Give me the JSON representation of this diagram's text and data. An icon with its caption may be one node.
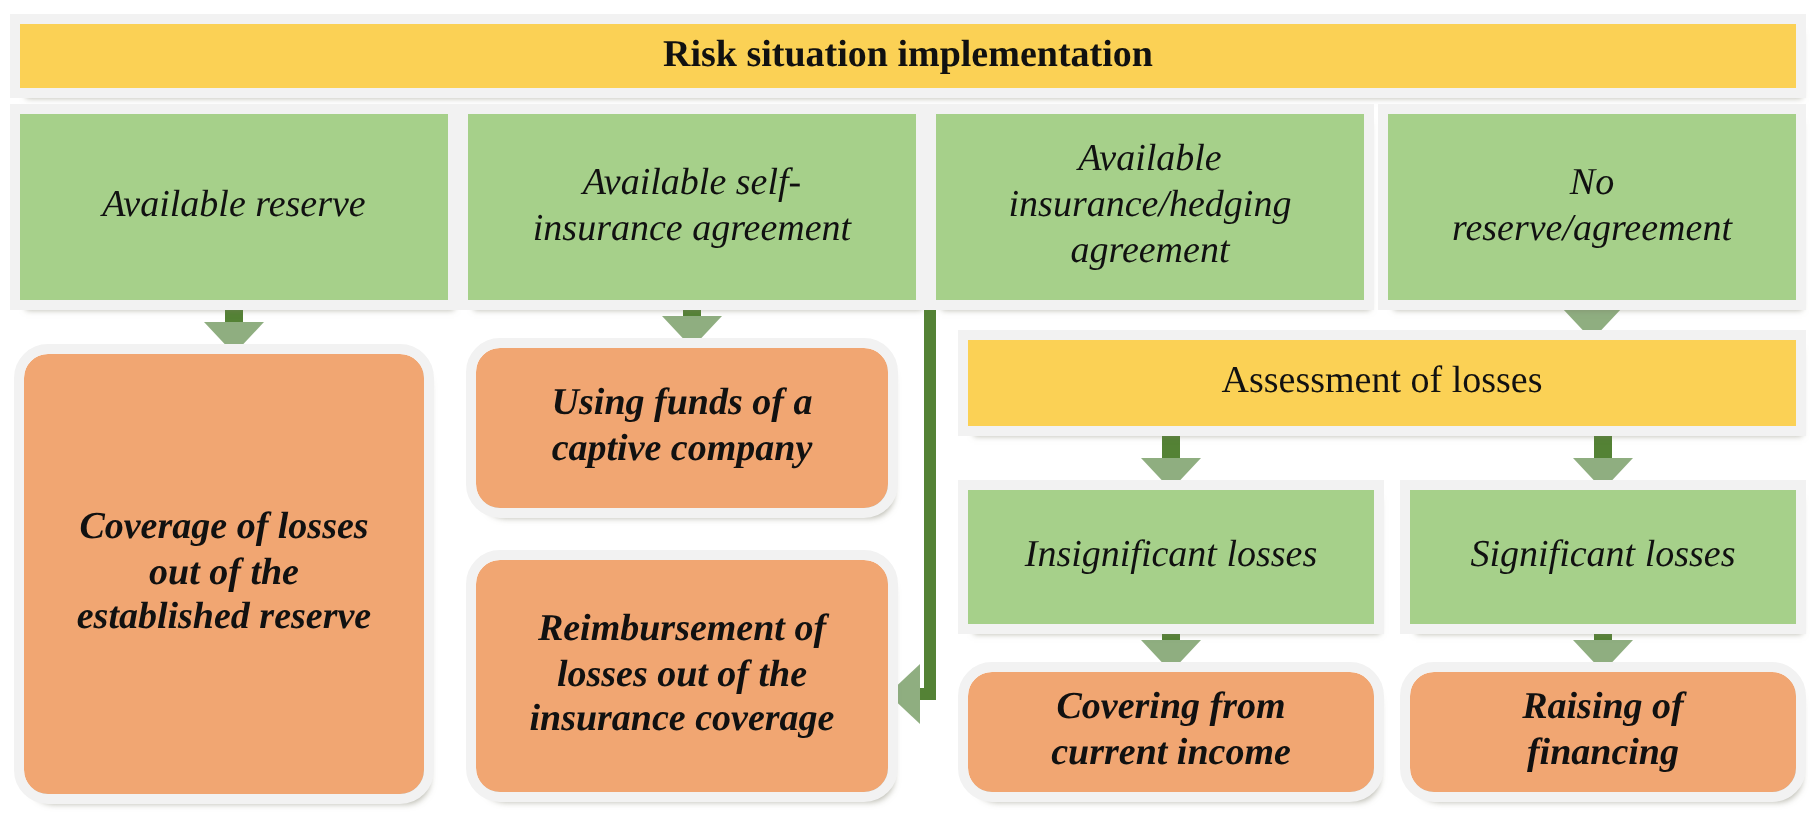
{
  "diagram": {
    "nodes": [
      {
        "text": [
          "Risk situation implementation"
        ]
      },
      {
        "text": [
          "Available reserve"
        ]
      },
      {
        "text": [
          "Available self-insurance agreement"
        ]
      },
      {
        "text": [
          "Available insurance/hedging agreement"
        ]
      },
      {
        "text": [
          "No reserve/agreement"
        ]
      },
      {
        "text": [
          "Coverage of losses out of the established reserve"
        ]
      },
      {
        "text": [
          "Using funds of a captive company"
        ]
      },
      {
        "text": [
          "Reimbursement of losses out of the insurance coverage"
        ]
      },
      {
        "text": [
          "Assessment of losses"
        ]
      },
      {
        "text": [
          "Insignificant losses"
        ]
      },
      {
        "text": [
          "Significant losses"
        ]
      },
      {
        "text": [
          "Covering from current income"
        ]
      },
      {
        "text": [
          "Raising of financing"
        ]
      }
    ],
    "edges": [
      {
        "from": 1,
        "to": 5,
        "arrow": "to"
      },
      {
        "from": 2,
        "to": 6,
        "arrow": "to"
      },
      {
        "from": 3,
        "to": 7,
        "arrow": "to"
      },
      {
        "from": 4,
        "to": 8,
        "arrow": "to"
      },
      {
        "from": 8,
        "to": 9,
        "arrow": "to"
      },
      {
        "from": 8,
        "to": 10,
        "arrow": "to"
      },
      {
        "from": 9,
        "to": 11,
        "arrow": "to"
      },
      {
        "from": 10,
        "to": 12,
        "arrow": "to"
      }
    ]
  }
}
